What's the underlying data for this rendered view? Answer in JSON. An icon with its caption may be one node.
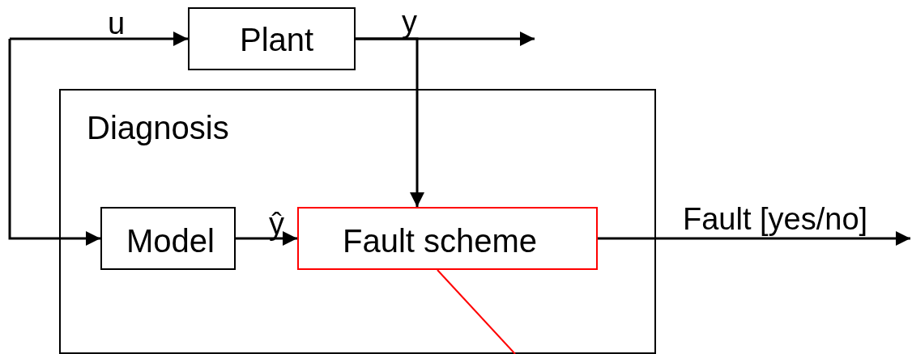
{
  "diagram": {
    "nodes": [
      {
        "text": [
          "Plant"
        ]
      },
      {
        "text": [
          "Diagnosis"
        ]
      },
      {
        "text": [
          "Model"
        ],
        "in": 1
      },
      {
        "text": [
          "Fault scheme"
        ],
        "in": 1
      }
    ],
    "edges": [
      {
        "from": null,
        "to": 0,
        "arrow": "to",
        "label": "u"
      },
      {
        "from": null,
        "to": 2,
        "arrow": "to"
      },
      {
        "from": 0,
        "to": null,
        "arrow": "to",
        "label": "y"
      },
      {
        "from": 0,
        "to": 3,
        "arrow": "to"
      },
      {
        "from": 2,
        "to": 3,
        "arrow": "to",
        "label": "ŷ"
      },
      {
        "from": 3,
        "to": null,
        "arrow": "to",
        "label": "Fault [yes/no]"
      },
      {
        "from": 3,
        "to": null,
        "arrow": "none",
        "color": "#ff0000"
      }
    ]
  }
}
